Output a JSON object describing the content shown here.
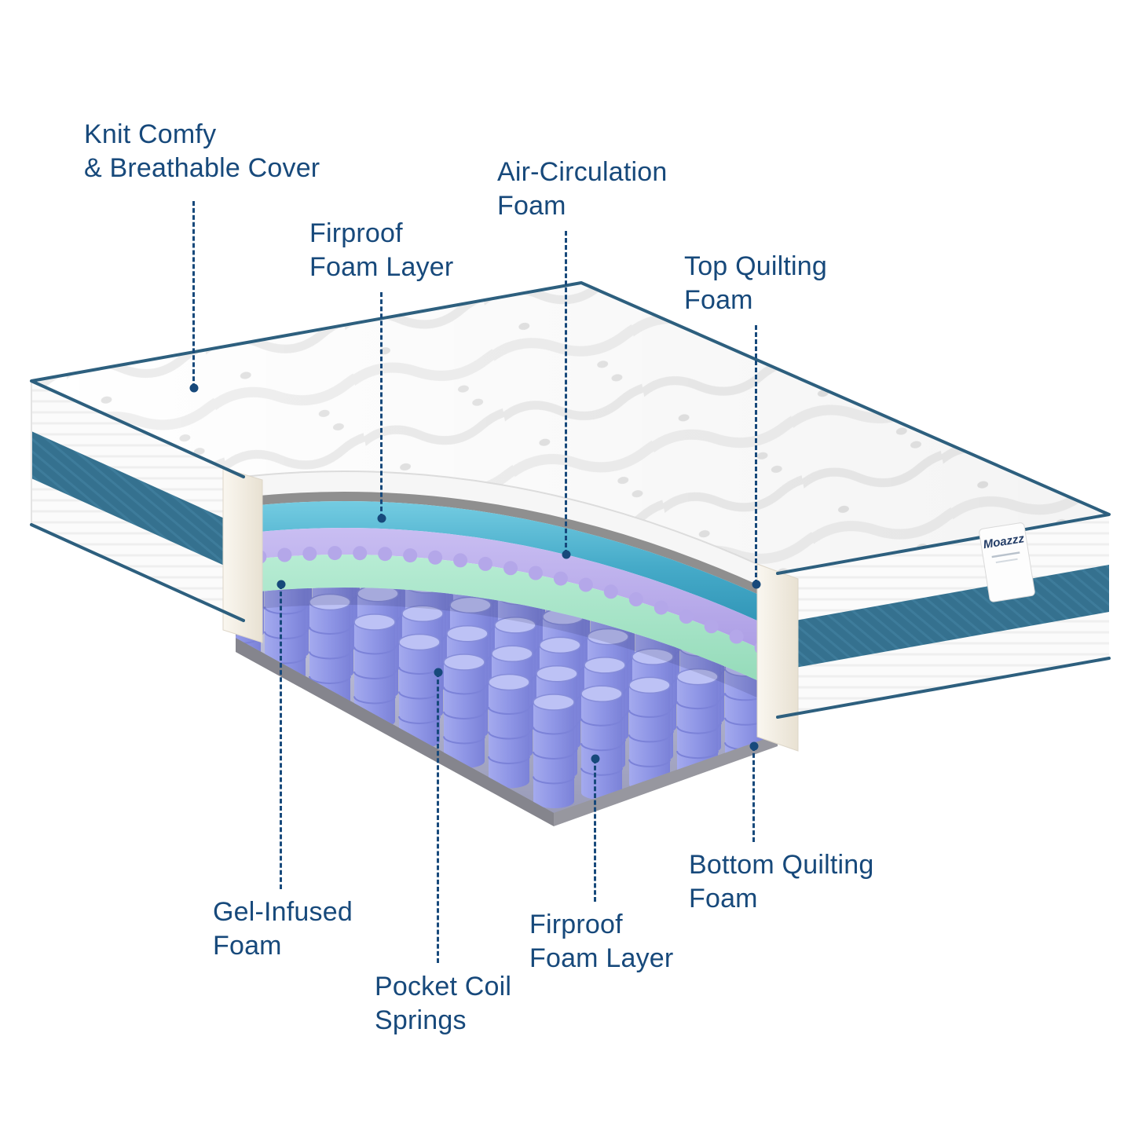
{
  "page": {
    "background": "#FFFFFF"
  },
  "diagram": {
    "subject": "mattress-layer-cutaway",
    "brand_tag": {
      "logo_text": "Moazzz"
    },
    "colors": {
      "label_text": "#17497B",
      "leader_line": "#17497B",
      "mattress_white": "#FFFFFF",
      "side_band_teal": "#35718F",
      "edge_piping_navy": "#2D5F7E",
      "top_quilting_white": "#F6F6F6",
      "foam_underside_gray": "#8F8F8F",
      "fireproof_teal": "#45AACB",
      "air_circulation_lavender": "#B4A7E9",
      "gel_infused_mint": "#A3E2C5",
      "coil_purple": "#8F96E6",
      "coil_ring": "#7B82D8",
      "coil_top": "#BDC2F5",
      "coil_outline": "#868DD9",
      "base_gray": "#8A8A92"
    },
    "labels": [
      {
        "id": "knit-cover",
        "lines": [
          "Knit Comfy",
          "& Breathable Cover"
        ]
      },
      {
        "id": "fireproof-foam-top",
        "lines": [
          "Firproof",
          "Foam Layer"
        ]
      },
      {
        "id": "air-circulation-foam",
        "lines": [
          "Air-Circulation",
          "Foam"
        ]
      },
      {
        "id": "top-quilting-foam",
        "lines": [
          "Top Quilting",
          "Foam"
        ]
      },
      {
        "id": "gel-infused-foam",
        "lines": [
          "Gel-Infused",
          "Foam"
        ]
      },
      {
        "id": "pocket-coil-springs",
        "lines": [
          "Pocket Coil",
          "Springs"
        ]
      },
      {
        "id": "fireproof-foam-bottom",
        "lines": [
          "Firproof",
          "Foam Layer"
        ]
      },
      {
        "id": "bottom-quilting-foam",
        "lines": [
          "Bottom Quilting",
          "Foam"
        ]
      }
    ]
  }
}
